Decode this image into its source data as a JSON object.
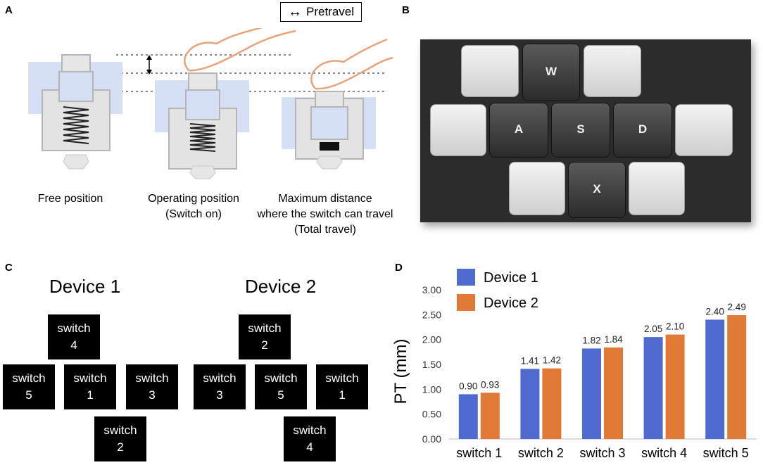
{
  "panels": {
    "a": "A",
    "b": "B",
    "c": "C",
    "d": "D"
  },
  "pretravel": {
    "label": "Pretravel",
    "arrow": "↔"
  },
  "panelA": {
    "captions": [
      {
        "lines": [
          "Free position"
        ]
      },
      {
        "lines": [
          "Operating position",
          "(Switch on)"
        ]
      },
      {
        "lines": [
          "Maximum distance",
          "where the switch can travel",
          "(Total travel)"
        ]
      }
    ]
  },
  "panelB": {
    "keys": [
      "W",
      "A",
      "S",
      "D",
      "X"
    ]
  },
  "panelC": {
    "device1": {
      "title": "Device 1",
      "top": [
        "switch",
        "4"
      ],
      "left": [
        "switch",
        "5"
      ],
      "center": [
        "switch",
        "1"
      ],
      "right": [
        "switch",
        "3"
      ],
      "bottom": [
        "switch",
        "2"
      ]
    },
    "device2": {
      "title": "Device 2",
      "top": [
        "switch",
        "2"
      ],
      "left": [
        "switch",
        "3"
      ],
      "center": [
        "switch",
        "5"
      ],
      "right": [
        "switch",
        "1"
      ],
      "bottom": [
        "switch",
        "4"
      ]
    }
  },
  "colors": {
    "device1": "#4f6bd0",
    "device2": "#e07a36"
  },
  "chart_data": {
    "type": "bar",
    "title": "",
    "xlabel": "",
    "ylabel": "PT (mm)",
    "categories": [
      "switch 1",
      "switch 2",
      "switch 3",
      "switch 4",
      "switch 5"
    ],
    "series": [
      {
        "name": "Device 1",
        "values": [
          0.9,
          1.41,
          1.82,
          2.05,
          2.4
        ],
        "labels": [
          "0.90",
          "1.41",
          "1.82",
          "2.05",
          "2.40"
        ]
      },
      {
        "name": "Device 2",
        "values": [
          0.93,
          1.42,
          1.84,
          2.1,
          2.49
        ],
        "labels": [
          "0.93",
          "1.42",
          "1.84",
          "2.10",
          "2.49"
        ]
      }
    ],
    "ylim": [
      0,
      3.0
    ],
    "yticks": [
      "0.00",
      "0.50",
      "1.00",
      "1.50",
      "2.00",
      "2.50",
      "3.00"
    ],
    "legend": "top-left",
    "grid": false
  }
}
